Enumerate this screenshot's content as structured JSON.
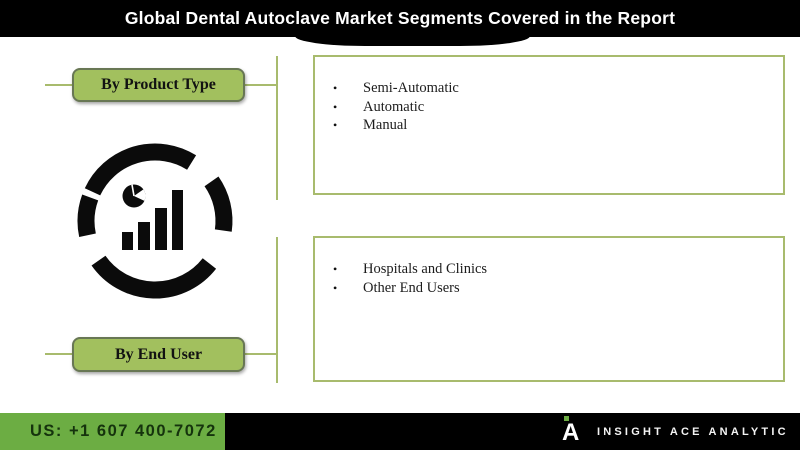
{
  "banner": {
    "title": "Global Dental Autoclave Market Segments Covered in the Report"
  },
  "sections": [
    {
      "button_label": "By Product Type",
      "items": [
        "Semi-Automatic",
        "Automatic",
        "Manual"
      ]
    },
    {
      "button_label": "By End User",
      "items": [
        "Hospitals and Clinics",
        "Other End Users"
      ]
    }
  ],
  "footer": {
    "phone": "US: +1 607 400-7072",
    "brand": "INSIGHT ACE ANALYTIC",
    "logo_letter": "A"
  },
  "ui": {
    "bullet_char": "•"
  },
  "colors": {
    "banner_bg": "#000000",
    "button_fill": "#a2c05e",
    "button_border": "#687754",
    "line_olive": "#a8bb6d",
    "footer_green": "#6cad43",
    "footer_phone_text": "#15330d"
  }
}
